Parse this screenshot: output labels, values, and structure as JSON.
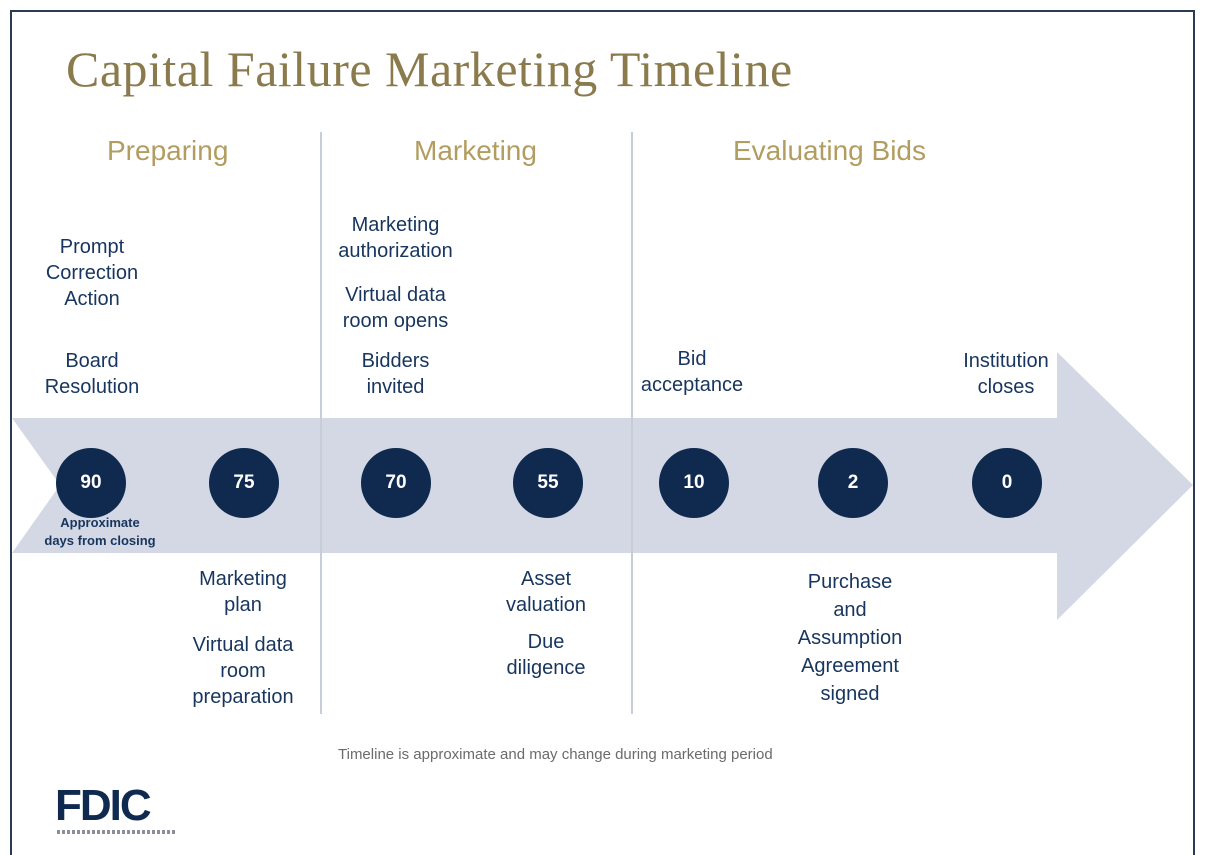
{
  "title": "Capital Failure Marketing Timeline",
  "phases": [
    {
      "label": "Preparing"
    },
    {
      "label": "Marketing"
    },
    {
      "label": "Evaluating Bids"
    }
  ],
  "days": [
    "90",
    "75",
    "70",
    "55",
    "10",
    "2",
    "0"
  ],
  "days_note": "Approximate\ndays from closing",
  "above": {
    "preparing_1": "Prompt\nCorrection\nAction",
    "preparing_2": "Board\nResolution",
    "marketing_1": "Marketing\nauthorization",
    "marketing_2": "Virtual data\nroom opens",
    "marketing_3": "Bidders\ninvited",
    "bid_acceptance": "Bid\nacceptance",
    "institution_closes": "Institution\ncloses"
  },
  "below": {
    "marketing_plan": "Marketing\nplan",
    "vdr_prep": "Virtual data\nroom\npreparation",
    "asset_valuation": "Asset\nvaluation",
    "due_diligence": "Due\ndiligence",
    "paa_signed": "Purchase\nand\nAssumption\nAgreement\nsigned"
  },
  "footnote": "Timeline is approximate and may change during marketing period",
  "logo": {
    "text": "FDIC",
    "icon": "fdic-seal-icon"
  },
  "colors": {
    "title": "#8a7a4c",
    "phase": "#b29d60",
    "circle": "#0f2a4e",
    "arrow": "#d3d8e4",
    "text": "#17355e"
  }
}
